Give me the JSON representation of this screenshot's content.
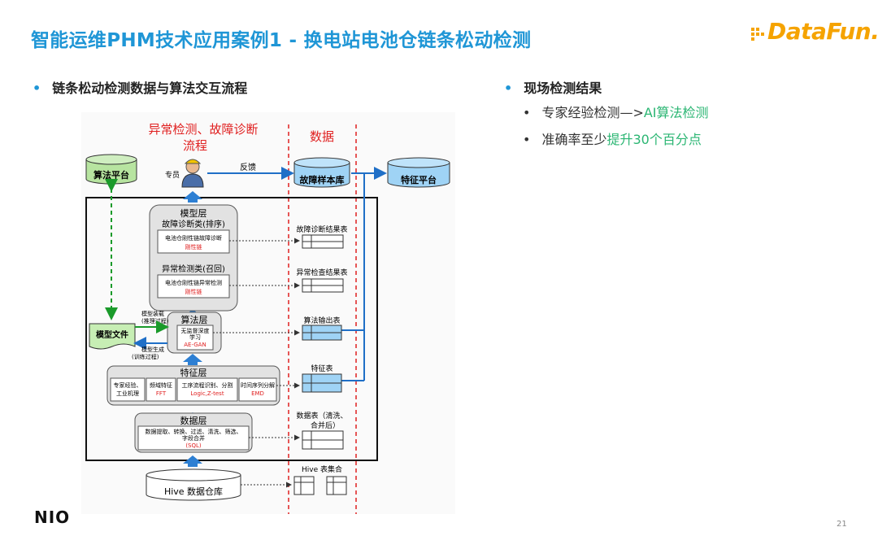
{
  "header": {
    "title": "智能运维PHM技术应用案例1 - 换电站电池仓链条松动检测",
    "logo_text": "DataFun."
  },
  "left": {
    "heading": "链条松动检测数据与算法交互流程"
  },
  "right": {
    "heading": "现场检测结果",
    "items": [
      {
        "prefix": "专家经验检测—>",
        "highlight": "AI算法检测"
      },
      {
        "prefix": "准确率至少",
        "highlight": "提升30个百分点"
      }
    ]
  },
  "diagram": {
    "section_titles": {
      "process_line1": "异常检测、故障诊断",
      "process_line2": "流程",
      "data": "数据"
    },
    "top": {
      "algo_platform": "算法平台",
      "expert": "专员",
      "feedback": "反馈",
      "fault_sample_db": "故障样本库",
      "feature_platform": "特征平台"
    },
    "model_layer": {
      "title": "模型层",
      "diag_title": "故障诊断类(排序)",
      "diag_box_line1": "电池仓刚性链故障诊断",
      "diag_box_line2": "刚性链",
      "anomaly_title": "异常检测类(召回)",
      "anomaly_box_line1": "电池仓刚性链异常检测",
      "anomaly_box_line2": "刚性链"
    },
    "algo_layer": {
      "title": "算法层",
      "box_line1": "无监督深度",
      "box_line2": "学习",
      "box_line3": "AE-GAN"
    },
    "model_file": {
      "label": "模型文件",
      "deploy_line1": "模型装载",
      "deploy_line2": "(推理过程)",
      "gen_line1": "模型生成",
      "gen_line2": "(训练过程)"
    },
    "feature_layer": {
      "title": "特征层",
      "c1_line1": "专家经验、",
      "c1_line2": "工业机理",
      "c2_line1": "频域特征",
      "c2_line2": "FFT",
      "c3_line1": "工序流程识别、分割",
      "c3_line2": "Logic,Z-test",
      "c4_line1": "时间序列分解",
      "c4_line2": "EMD"
    },
    "data_layer": {
      "title": "数据层",
      "line1": "数据提取、转换、过滤、清洗、筛选、",
      "line2": "字段合并",
      "line3": "(SQL)"
    },
    "hive": {
      "label": "Hive 数据仓库"
    },
    "tables": {
      "diag_result": "故障诊断结果表",
      "anomaly_result": "异常检查结果表",
      "algo_output": "算法输出表",
      "feature_table": "特征表",
      "data_table_line1": "数据表（清洗、",
      "data_table_line2": "合并后）",
      "hive_set": "Hive 表集合"
    }
  },
  "footer": {
    "brand": "NIO",
    "page": "21"
  },
  "colors": {
    "title_blue": "#1f96d6",
    "highlight_green": "#2bb673",
    "db_green": "#b7e4a0",
    "db_blue": "#9fd3f5",
    "arrow_blue": "#1f6fc7",
    "red": "#e02020",
    "logo_orange": "#f5a300"
  }
}
